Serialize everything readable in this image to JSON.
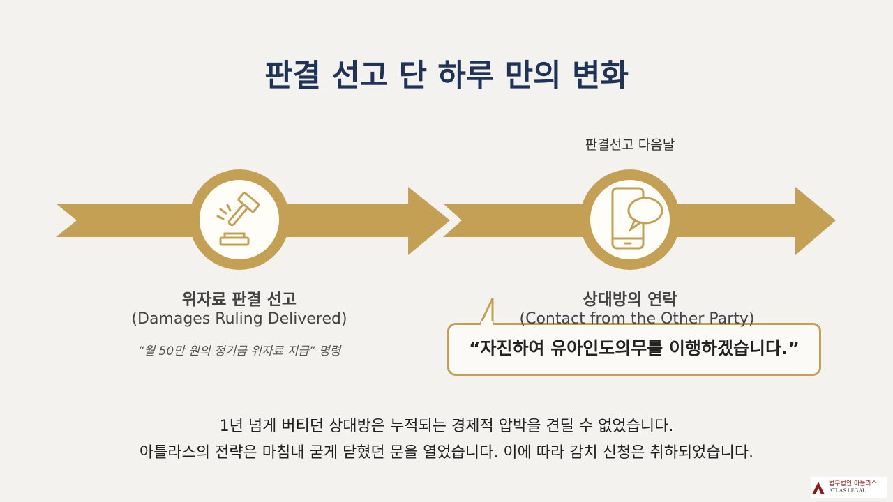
{
  "title": "판결 선고 단 하루 만의 변화",
  "step1": {
    "title": "위자료 판결 선고",
    "subtitle": "(Damages Ruling Delivered)",
    "note": "“월 50만 원의 정기금 위자료 지급” 명령",
    "icon": "gavel-icon"
  },
  "step2": {
    "label_above": "판결선고 다음날",
    "title": "상대방의 연락",
    "subtitle": "(Contact from the Other Party)",
    "quote": "“자진하여 유아인도의무를 이행하겠습니다.”",
    "icon": "phone-chat-icon"
  },
  "body": [
    "1년 넘게 버티던 상대방은 누적되는 경제적 압박을 견딜 수 없었습니다.",
    "아틀라스의 전략은 마침내 굳게 닫혔던 문을 열었습니다. 이에 따라 감치 신청은 취하되었습니다."
  ],
  "logo": {
    "korean": "법무법인 아틀라스",
    "english": "ATLAS LEGAL"
  },
  "colors": {
    "gold": "#c4a055",
    "navy": "#1f3356",
    "background": "#f3f2ee"
  }
}
